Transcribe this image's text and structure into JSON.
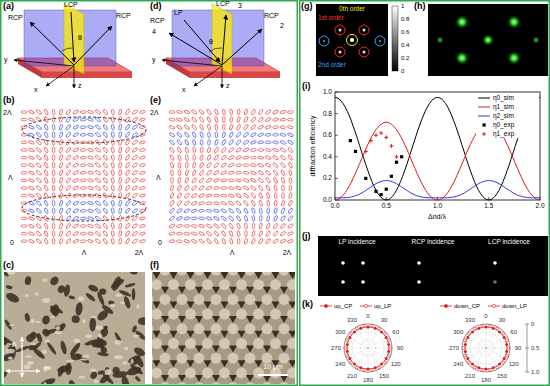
{
  "diagram": {
    "nodes": [
      {
        "text": [
          "LP incidence"
        ]
      },
      {
        "text": [
          "RCP incidence"
        ]
      },
      {
        "text": [
          "LCP incidence"
        ]
      }
    ],
    "labels": [
      "(a)",
      "RCP",
      "LCP",
      "RCP",
      "y",
      "θ",
      "x",
      "z",
      "(b)",
      "2Λ",
      "Λ",
      "0",
      "Λ",
      "2Λ",
      "(c)",
      "A",
      "P",
      "(d)",
      "RCP",
      "4",
      "LP",
      "LCP",
      "3",
      "RCP",
      "2",
      "θ",
      "y",
      "x",
      "z",
      "(e)",
      "2Λ",
      "Λ",
      "0",
      "Λ",
      "2Λ",
      "(f)",
      "10 μm",
      "(g)",
      "0th order",
      "1st order",
      "2nd order",
      "1",
      "0.8",
      "0.6",
      "0.4",
      "0.2",
      "0",
      "(h)",
      "(i)",
      "diffraction efficiency",
      "Δnd/λ",
      "0.0",
      "0.5",
      "1.0",
      "1.5",
      "2.0",
      "0.0",
      "0.2",
      "0.4",
      "0.6",
      "0.8",
      "1.0",
      "(j)",
      "(k)",
      "0",
      "30",
      "60",
      "90",
      "120",
      "150",
      "180",
      "210",
      "240",
      "270",
      "300",
      "330",
      "0",
      "30",
      "60",
      "90",
      "120",
      "150",
      "180",
      "210",
      "240",
      "270",
      "300",
      "330",
      "0",
      "0.5",
      "1.0"
    ],
    "legend": [
      {
        "text": "η0_sim"
      },
      {
        "text": "η1_sim"
      },
      {
        "text": "η2_sim"
      },
      {
        "text": "η0_exp"
      },
      {
        "text": "η1_exp"
      },
      {
        "text": "up_CP"
      },
      {
        "text": "up_LP"
      },
      {
        "text": "down_CP"
      },
      {
        "text": "down_LP"
      }
    ]
  }
}
